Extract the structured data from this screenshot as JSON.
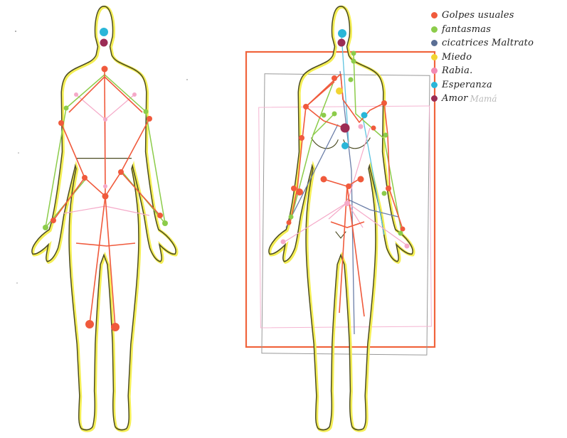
{
  "legend": {
    "items": [
      {
        "label": "Golpes usuales",
        "color": "#f05a3c"
      },
      {
        "label": "fantasmas",
        "color": "#8ccc4a"
      },
      {
        "label": "cicatrices Maltrato",
        "color": "#5a6e94"
      },
      {
        "label": "Miedo",
        "color": "#f2d433"
      },
      {
        "label": "Rabia.",
        "color": "#f28ab4"
      },
      {
        "label": "Esperanza",
        "color": "#2ab6d8"
      },
      {
        "label": "Amor",
        "color": "#9b2c54",
        "extra": "Mamá"
      }
    ]
  },
  "colors": {
    "outline": "#4a4a22",
    "outline_highlight": "#f4ee55",
    "box_orange": "#f0643c",
    "box_gray": "#999999",
    "box_pink": "#f5b5d2"
  }
}
